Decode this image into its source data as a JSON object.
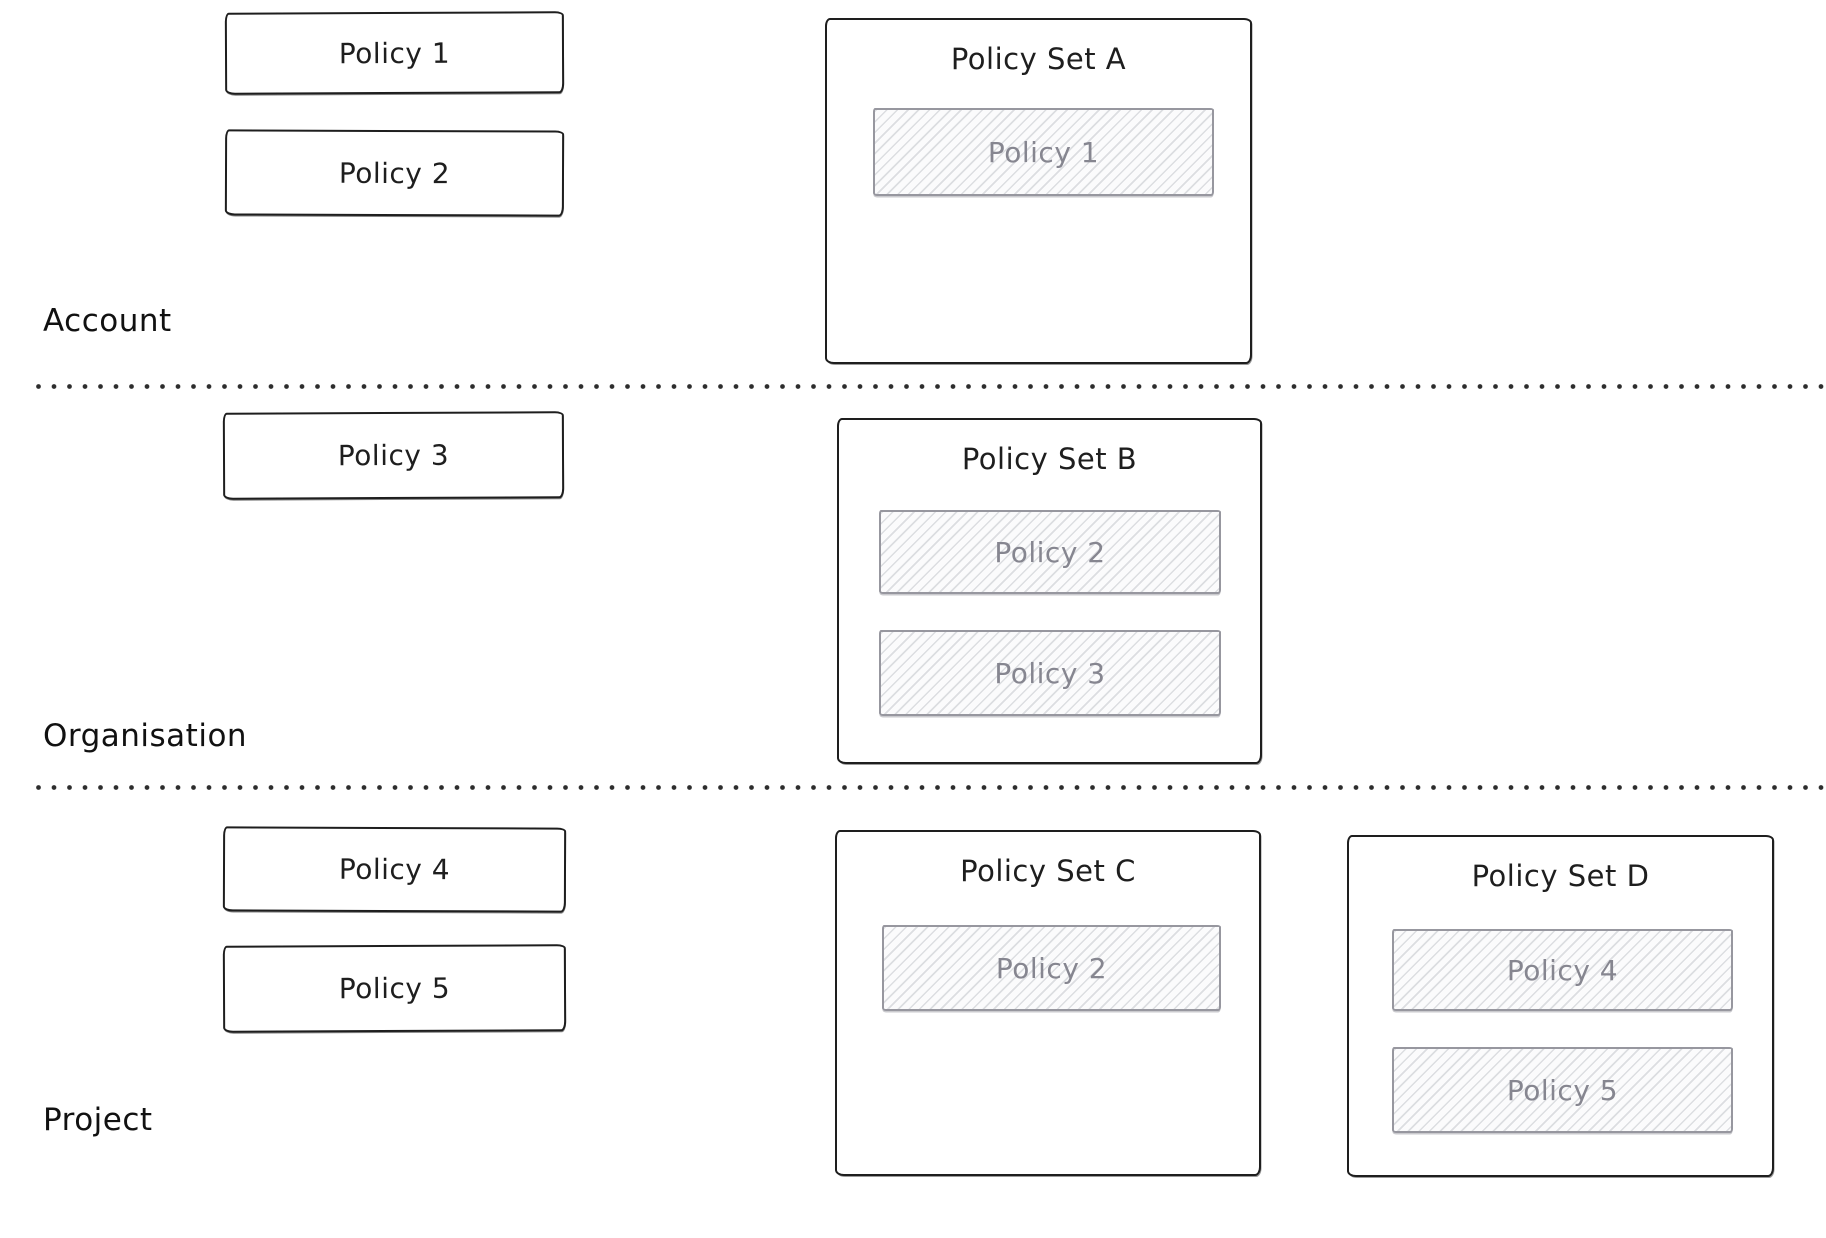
{
  "diagram": {
    "kind": "policy-hierarchy-sketch",
    "colors": {
      "ink": "#1e1e1e",
      "hatched_border": "#97979f",
      "hatched_text": "#868690",
      "hatch_line": "#9499a3",
      "divider_dot": "#2d2d2d",
      "background": "#ffffff"
    },
    "sections": [
      {
        "label": "Account",
        "policies": [
          "Policy 1",
          "Policy 2"
        ],
        "policy_sets": [
          {
            "title": "Policy Set A",
            "members": [
              "Policy 1"
            ]
          }
        ]
      },
      {
        "label": "Organisation",
        "policies": [
          "Policy 3"
        ],
        "policy_sets": [
          {
            "title": "Policy Set B",
            "members": [
              "Policy 2",
              "Policy 3"
            ]
          }
        ]
      },
      {
        "label": "Project",
        "policies": [
          "Policy 4",
          "Policy 5"
        ],
        "policy_sets": [
          {
            "title": "Policy Set C",
            "members": [
              "Policy 2"
            ]
          },
          {
            "title": "Policy Set D",
            "members": [
              "Policy 4",
              "Policy 5"
            ]
          }
        ]
      }
    ]
  }
}
